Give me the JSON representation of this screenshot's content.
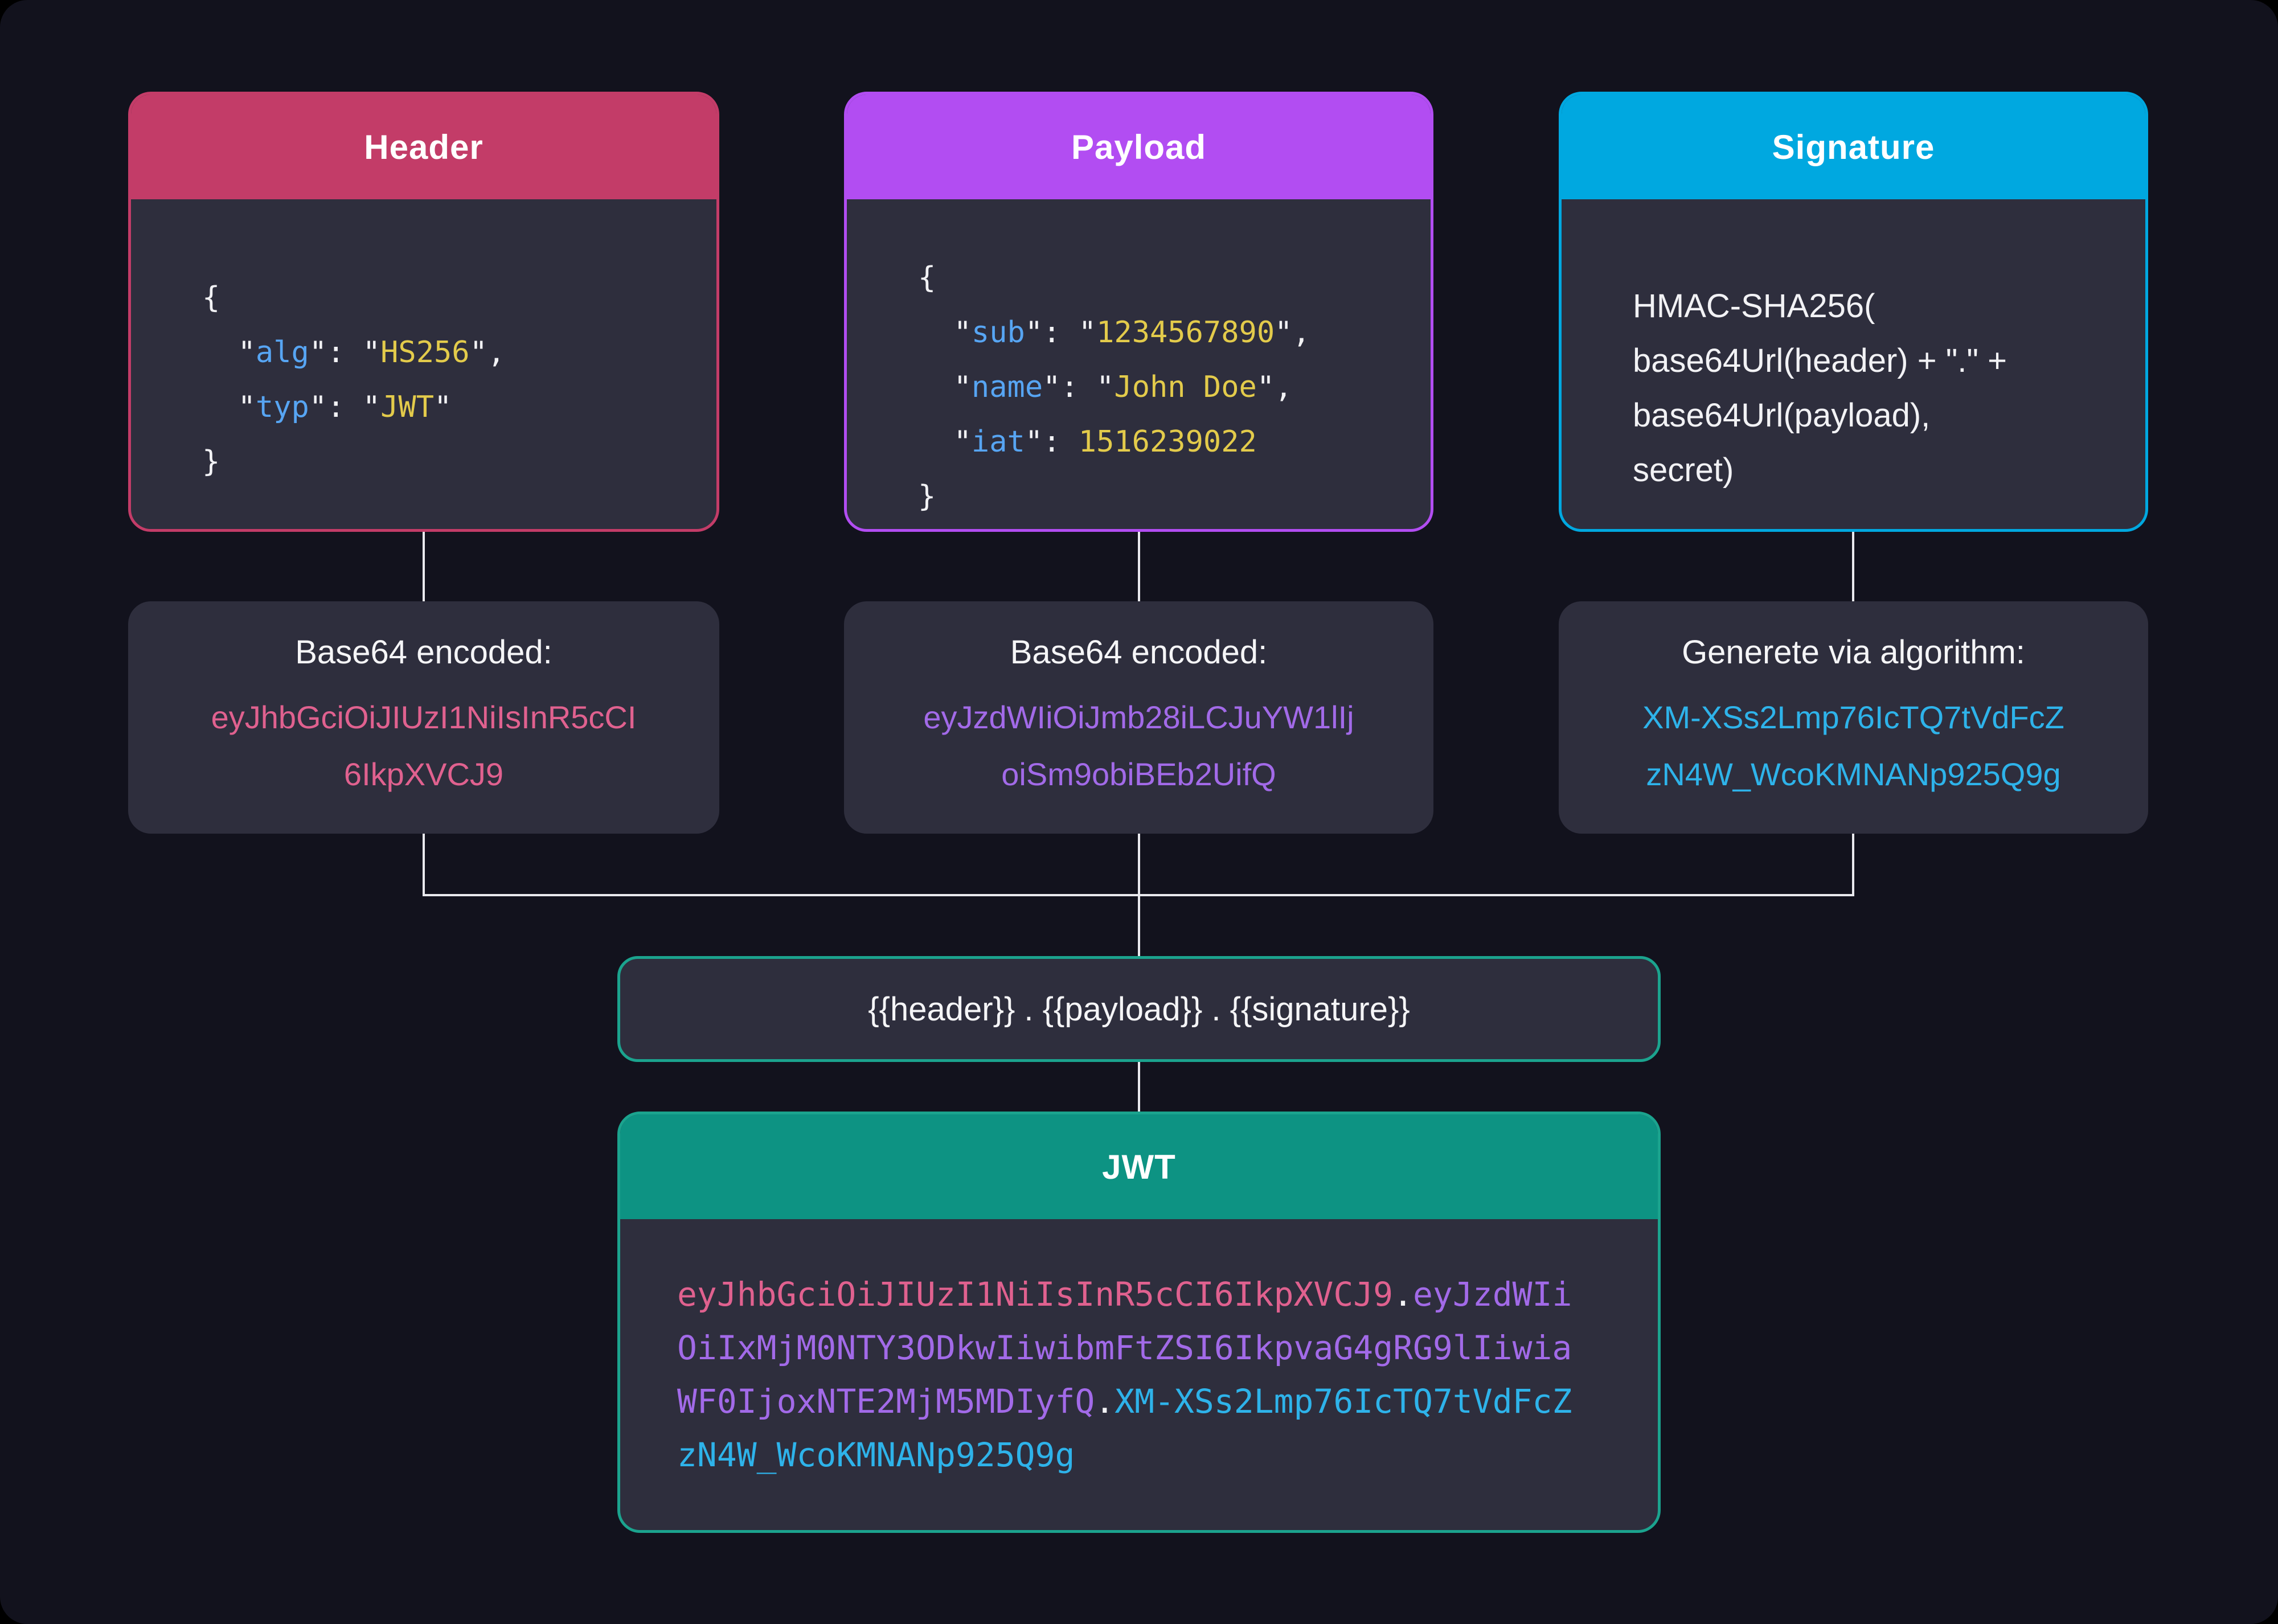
{
  "palette": {
    "background": "#12121d",
    "panel": "#2e2e3d",
    "header_accent": "#c33c68",
    "payload_accent": "#b24df2",
    "signature_accent": "#00a8e0",
    "jwt_accent": "#0d9383",
    "jwt_border": "#1ba38e",
    "connector": "#e9e9ee",
    "code_key": "#57a5f3",
    "code_value": "#e3cb4b",
    "encoded_pink": "#e0618f",
    "encoded_purple": "#a26ae8",
    "encoded_cyan": "#2eb3ea",
    "text": "#f2f2f5"
  },
  "cards": {
    "header": {
      "title": "Header",
      "code": [
        [
          {
            "t": "{",
            "c": "plain"
          }
        ],
        [
          {
            "t": "  \"",
            "c": "plain"
          },
          {
            "t": "alg",
            "c": "key"
          },
          {
            "t": "\": \"",
            "c": "plain"
          },
          {
            "t": "HS256",
            "c": "val"
          },
          {
            "t": "\",",
            "c": "plain"
          }
        ],
        [
          {
            "t": "  \"",
            "c": "plain"
          },
          {
            "t": "typ",
            "c": "key"
          },
          {
            "t": "\": \"",
            "c": "plain"
          },
          {
            "t": "JWT",
            "c": "val"
          },
          {
            "t": "\"",
            "c": "plain"
          }
        ],
        [
          {
            "t": "}",
            "c": "plain"
          }
        ]
      ]
    },
    "payload": {
      "title": "Payload",
      "code": [
        [
          {
            "t": "{",
            "c": "plain"
          }
        ],
        [
          {
            "t": "  \"",
            "c": "plain"
          },
          {
            "t": "sub",
            "c": "key"
          },
          {
            "t": "\": \"",
            "c": "plain"
          },
          {
            "t": "1234567890",
            "c": "val"
          },
          {
            "t": "\",",
            "c": "plain"
          }
        ],
        [
          {
            "t": "  \"",
            "c": "plain"
          },
          {
            "t": "name",
            "c": "key"
          },
          {
            "t": "\": \"",
            "c": "plain"
          },
          {
            "t": "John Doe",
            "c": "val"
          },
          {
            "t": "\",",
            "c": "plain"
          }
        ],
        [
          {
            "t": "  \"",
            "c": "plain"
          },
          {
            "t": "iat",
            "c": "key"
          },
          {
            "t": "\": ",
            "c": "plain"
          },
          {
            "t": "1516239022",
            "c": "val"
          }
        ],
        [
          {
            "t": "}",
            "c": "plain"
          }
        ]
      ]
    },
    "signature": {
      "title": "Signature",
      "lines": [
        "HMAC-SHA256(",
        "base64Url(header) + \".\" +",
        "base64Url(payload),",
        "secret)"
      ]
    }
  },
  "encoded": {
    "header": {
      "label": "Base64 encoded:",
      "lines": [
        "eyJhbGciOiJIUzI1NiIsInR5cCI",
        "6IkpXVCJ9"
      ]
    },
    "payload": {
      "label": "Base64 encoded:",
      "lines": [
        "eyJzdWIiOiJmb28iLCJuYW1lIj",
        "oiSm9obiBEb2UifQ"
      ]
    },
    "signature": {
      "label": "Generete via algorithm:",
      "lines": [
        "XM-XSs2Lmp76IcTQ7tVdFcZ",
        "zN4W_WcoKMNANp925Q9g"
      ]
    }
  },
  "concat": {
    "text": "{{header}} . {{payload}} . {{signature}}"
  },
  "jwt": {
    "title": "JWT",
    "token_lines": [
      [
        {
          "t": "eyJhbGciOiJIUzI1NiIsInR5cCI6IkpXVCJ9",
          "c": "pink"
        },
        {
          "t": ".",
          "c": "plain"
        },
        {
          "t": "eyJzdWIi",
          "c": "purple"
        }
      ],
      [
        {
          "t": "OiIxMjM0NTY3ODkwIiwibmFtZSI6IkpvaG4gRG9lIiwia",
          "c": "purple"
        }
      ],
      [
        {
          "t": "WF0IjoxNTE2MjM5MDIyfQ",
          "c": "purple"
        },
        {
          "t": ".",
          "c": "plain"
        },
        {
          "t": "XM-XSs2Lmp76IcTQ7tVdFcZ",
          "c": "cyan"
        }
      ],
      [
        {
          "t": "zN4W_WcoKMNANp925Q9g",
          "c": "cyan"
        }
      ]
    ]
  }
}
